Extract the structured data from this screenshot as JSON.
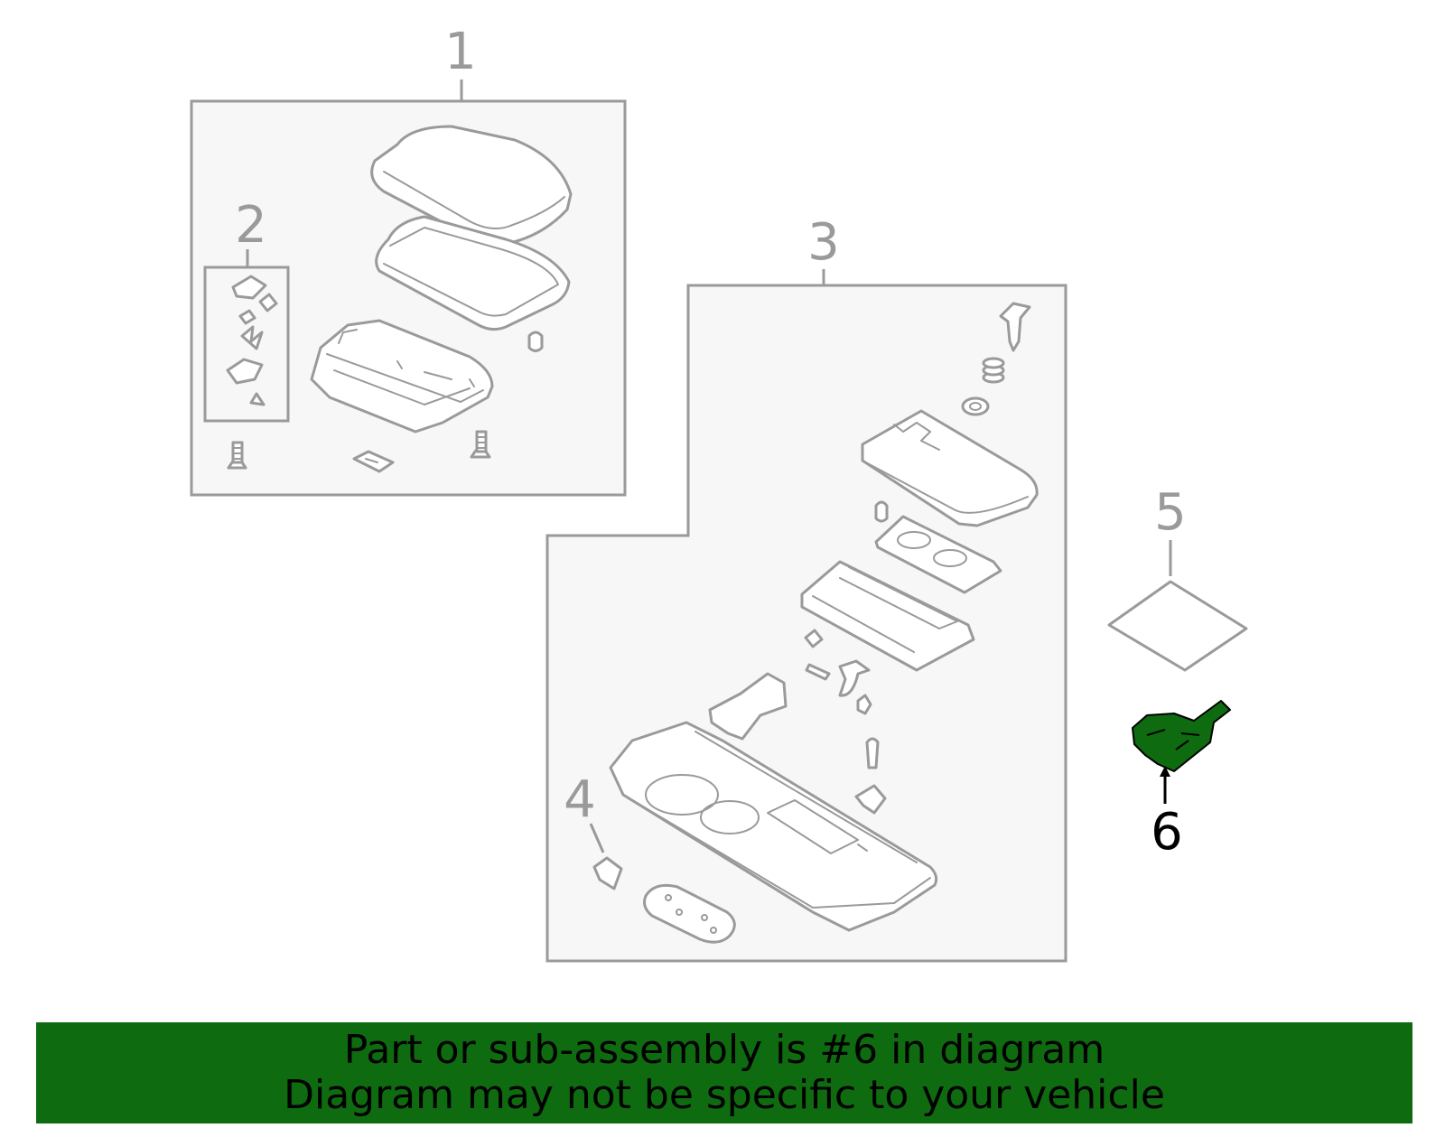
{
  "callouts": {
    "c1": "1",
    "c2": "2",
    "c3": "3",
    "c4": "4",
    "c5": "5",
    "c6": "6"
  },
  "highlighted_part": "6",
  "colors": {
    "highlight": "#0f6b0f",
    "line": "#9a9a9a",
    "panel": "#f7f7f7"
  },
  "banner": {
    "line1": "Part or sub-assembly is #6 in diagram",
    "line2": "Diagram may not be specific to your vehicle"
  }
}
